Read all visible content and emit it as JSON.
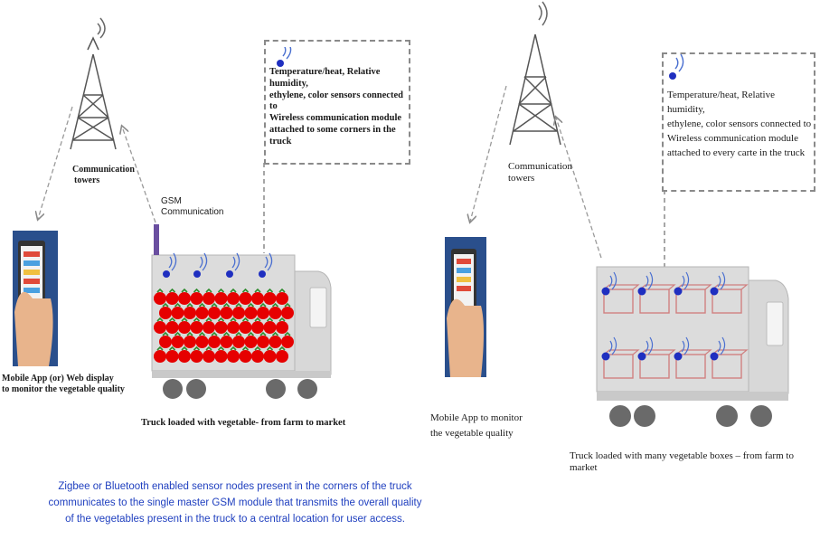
{
  "left": {
    "tower_label_line1": "Communication",
    "tower_label_line2": "towers",
    "gsm_label_line1": "GSM",
    "gsm_label_line2": "Communication",
    "sensor_note": [
      "Temperature/heat, Relative humidity,",
      "ethylene, color sensors connected to",
      "Wireless communication module",
      "attached to some corners in the truck"
    ],
    "app_label_line1": "Mobile App (or) Web display",
    "app_label_line2": "to monitor the vegetable quality",
    "truck_caption": "Truck loaded with vegetable- from farm to market"
  },
  "right": {
    "tower_label_line1": "Communication",
    "tower_label_line2": "towers",
    "sensor_note": [
      "Temperature/heat, Relative humidity,",
      "ethylene, color sensors connected to",
      "Wireless communication module",
      "attached to every carte in the truck"
    ],
    "app_label_line1": "Mobile App to monitor",
    "app_label_line2": "the vegetable quality",
    "truck_caption": "Truck loaded with many vegetable boxes – from farm to market"
  },
  "footer_note": [
    "Zigbee or Bluetooth enabled sensor nodes present in the corners of the truck",
    "communicates to the single master GSM module that transmits  the overall quality",
    "of the vegetables present in the truck to a central location for user access."
  ],
  "colors": {
    "accent_blue": "#1f3fbf",
    "sensor_dot": "#1f2fc0",
    "vegetable": "#e60000",
    "box_outline": "#d08080"
  }
}
